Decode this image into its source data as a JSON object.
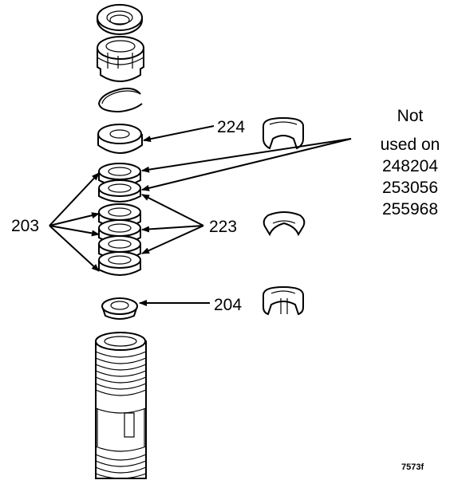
{
  "labels": {
    "part_224": "224",
    "part_203": "203",
    "part_223": "223",
    "part_204": "204",
    "note_line1": "Not",
    "note_line2": "used on",
    "note_line3": "248204",
    "note_line4": "253056",
    "note_line5": "255968",
    "figure_id": "7573f"
  }
}
